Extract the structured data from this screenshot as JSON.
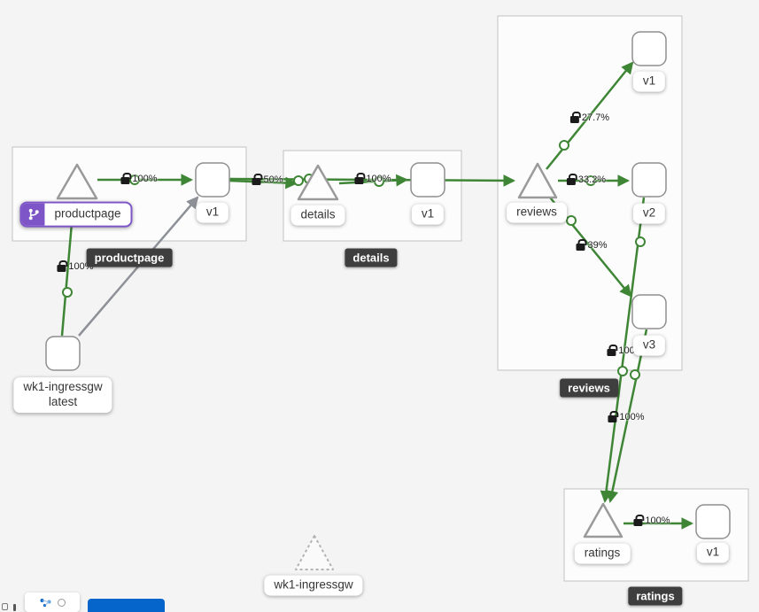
{
  "graph": {
    "groups": {
      "productpage": {
        "tooltip": "productpage"
      },
      "details": {
        "tooltip": "details"
      },
      "reviews": {
        "tooltip": "reviews"
      },
      "ratings": {
        "tooltip": "ratings"
      }
    },
    "nodes": {
      "productpage_service": "productpage",
      "productpage_v1": "v1",
      "details_service": "details",
      "details_v1": "v1",
      "reviews_service": "reviews",
      "reviews_v1": "v1",
      "reviews_v2": "v2",
      "reviews_v3": "v3",
      "ratings_service": "ratings",
      "ratings_v1": "v1",
      "ingress_workload_line1": "wk1-ingressgw",
      "ingress_workload_line2": "latest",
      "ingress_idle_service": "wk1-ingressgw"
    },
    "edge_labels": {
      "ingress_to_productpage": "100%",
      "productpage_to_v1": "100%",
      "productpage_to_details": "50%",
      "details_to_v1": "100%",
      "reviews_to_v1": "27.7%",
      "reviews_to_v2": "33.2%",
      "reviews_to_v3": "39%",
      "v2_to_ratings": "100%",
      "v3_to_ratings": "100%",
      "ratings_to_v1": "100%"
    }
  },
  "colors": {
    "edge_traffic_green": "#3E8635",
    "edge_idle_gray": "#8D9096",
    "virtual_service_purple": "#7D55C7",
    "button_blue": "#0665CB",
    "tooltip_dark": "#3E3E3E"
  }
}
